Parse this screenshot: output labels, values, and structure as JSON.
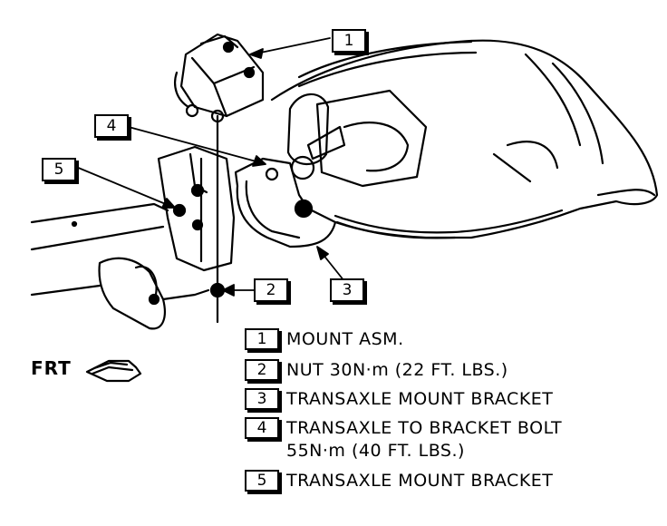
{
  "callouts": [
    {
      "num": "1"
    },
    {
      "num": "2"
    },
    {
      "num": "3"
    },
    {
      "num": "4"
    },
    {
      "num": "5"
    }
  ],
  "legend": [
    {
      "num": "1",
      "text": "MOUNT ASM."
    },
    {
      "num": "2",
      "text": "NUT 30N·m (22 FT. LBS.)"
    },
    {
      "num": "3",
      "text": "TRANSAXLE MOUNT BRACKET"
    },
    {
      "num": "4",
      "text": "TRANSAXLE TO BRACKET BOLT",
      "text2": "55N·m (40 FT. LBS.)"
    },
    {
      "num": "5",
      "text": "TRANSAXLE MOUNT BRACKET"
    }
  ],
  "direction_label": "FRT",
  "icons": [
    "front-direction-arrow-icon"
  ]
}
